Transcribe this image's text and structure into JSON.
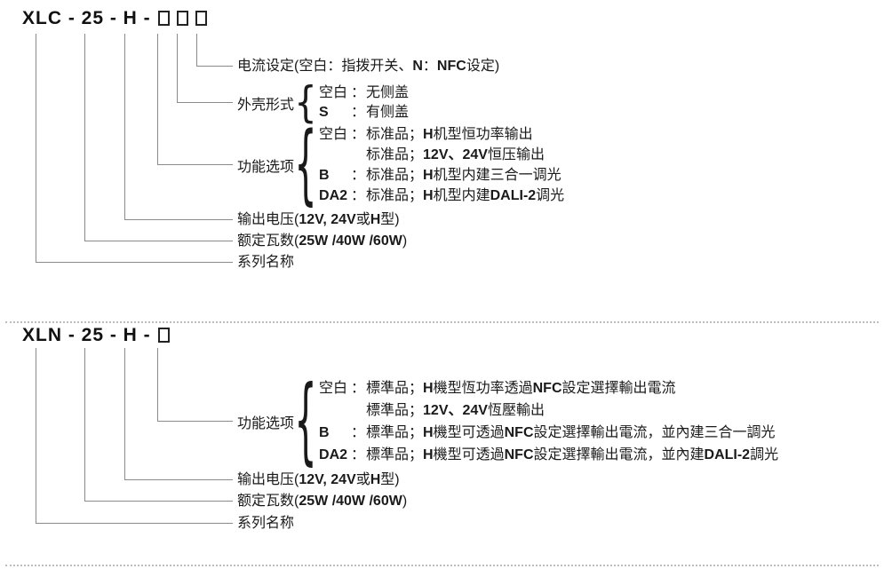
{
  "colors": {
    "text": "#1a1a1a",
    "line": "#8a8a8a",
    "box_border": "#222222",
    "divider": "#bdbdbd"
  },
  "top": {
    "code": "XLC - 25 - H -",
    "box_count": 3,
    "rows": {
      "current_setting": {
        "segs": [
          "电流设定(空白：指拨开关、",
          [
            "N"
          ],
          "：",
          [
            "NFC"
          ],
          "设定)"
        ]
      },
      "case_type": {
        "label": "外壳形式",
        "options": [
          {
            "key": [
              "空白"
            ],
            "colon": "：",
            "desc": [
              "无侧盖"
            ]
          },
          {
            "key": [
              [
                "S"
              ]
            ],
            "colon": "：",
            "desc": [
              "有侧盖"
            ]
          }
        ]
      },
      "function_option": {
        "label": "功能选项",
        "options": [
          {
            "key": [
              "空白"
            ],
            "colon": "：",
            "desc": [
              "标准品；",
              [
                "H"
              ],
              "机型恒功率输出"
            ]
          },
          {
            "key": [],
            "colon": "",
            "desc": [
              "标准品；",
              [
                "12V、24V"
              ],
              "恒压输出"
            ]
          },
          {
            "key": [
              [
                "B"
              ]
            ],
            "colon": "：",
            "desc": [
              "标准品；",
              [
                "H"
              ],
              "机型内建三合一调光"
            ]
          },
          {
            "key": [
              [
                "DA2"
              ]
            ],
            "colon": "：",
            "desc": [
              "标准品；",
              [
                "H"
              ],
              "机型内建",
              [
                "DALI-2"
              ],
              "调光"
            ]
          }
        ]
      },
      "output_voltage": {
        "segs": [
          "输出电压(",
          [
            "12V, 24V"
          ],
          "或",
          [
            "H"
          ],
          "型)"
        ]
      },
      "rated_wattage": {
        "segs": [
          "额定瓦数(",
          [
            "25W /40W /60W"
          ],
          ")"
        ]
      },
      "series_name": {
        "segs": [
          "系列名称"
        ]
      }
    }
  },
  "bottom": {
    "code": "XLN - 25 - H -",
    "box_count": 1,
    "rows": {
      "function_option": {
        "label": "功能选项",
        "options": [
          {
            "key": [
              "空白"
            ],
            "colon": "：",
            "desc": [
              "標準品；",
              [
                "H"
              ],
              "機型恆功率透過",
              [
                "NFC"
              ],
              "設定選擇輸出電流"
            ]
          },
          {
            "key": [],
            "colon": "",
            "desc": [
              "標準品；",
              [
                "12V、24V"
              ],
              "恆壓輸出"
            ]
          },
          {
            "key": [
              [
                "B"
              ]
            ],
            "colon": "：",
            "desc": [
              "標準品；",
              [
                "H"
              ],
              "機型可透過",
              [
                "NFC"
              ],
              "設定選擇輸出電流，並內建三合一調光"
            ]
          },
          {
            "key": [
              [
                "DA2"
              ]
            ],
            "colon": "：",
            "desc": [
              "標準品；",
              [
                "H"
              ],
              "機型可透過",
              [
                "NFC"
              ],
              "設定選擇輸出電流，並內建",
              [
                "DALI-2"
              ],
              "調光"
            ]
          }
        ]
      },
      "output_voltage": {
        "segs": [
          "输出电压(",
          [
            "12V, 24V"
          ],
          "或",
          [
            "H"
          ],
          "型)"
        ]
      },
      "rated_wattage": {
        "segs": [
          "额定瓦数(",
          [
            "25W /40W /60W"
          ],
          ")"
        ]
      },
      "series_name": {
        "segs": [
          "系列名称"
        ]
      }
    }
  }
}
